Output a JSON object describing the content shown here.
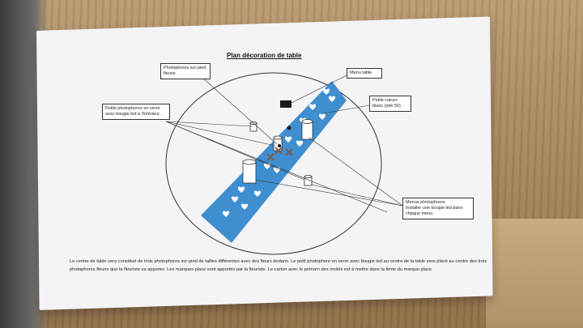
{
  "document": {
    "title": "Plan décoration de table",
    "callouts": {
      "large_photophores": "Photophores sur pied fleuris",
      "small_photophores": "Petits photophores en verre avec bougie led à l'intérieur.",
      "menu": "Menu table",
      "hearts": "Petits cœurs blanc (jeté 50)",
      "menus_photophores": "Menus photophores\nInstaller une bougie led dans chaque menu."
    },
    "caption": "Le centre de table sera constitué de trois photophores sur pied de tailles différentes avec des fleurs dedans. Le petit photophore en verre avec bougie led au centre de la table sera placé au centre des trois photophores fleuris que la fleuriste va apporter. Les marques place sont apportés par la fleuriste. Le carton avec le prénom des invités est à mettre dans la fente du marque place."
  },
  "colors": {
    "runner": "#3f8fd0",
    "paper": "#f4f4f6",
    "ink": "#222222"
  },
  "icons": [
    "heart-icon",
    "photophore-icon",
    "marque-place-icon"
  ]
}
